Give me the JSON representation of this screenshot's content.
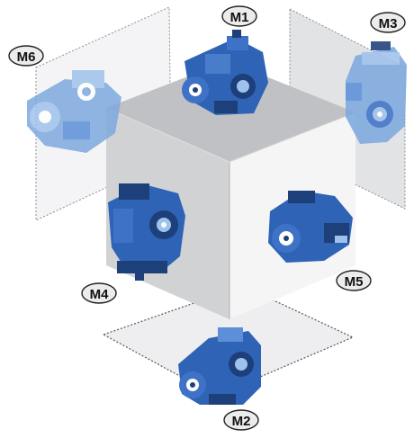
{
  "labels": {
    "m1": "M1",
    "m2": "M2",
    "m3": "M3",
    "m4": "M4",
    "m5": "M5",
    "m6": "M6"
  },
  "colors": {
    "cube_front": "#d2d3d5",
    "cube_top": "#bebfc2",
    "cube_right": "#f7f7f7",
    "plane_fill": "#ececee",
    "plane_edge": "#8d8d8d",
    "motor_body": "#2f63b5",
    "motor_light": "#9fc2ec",
    "motor_dark": "#1d3f7a",
    "motor_faded": "#7ea9df",
    "label_fill": "#ececec",
    "label_stroke": "#222222"
  }
}
